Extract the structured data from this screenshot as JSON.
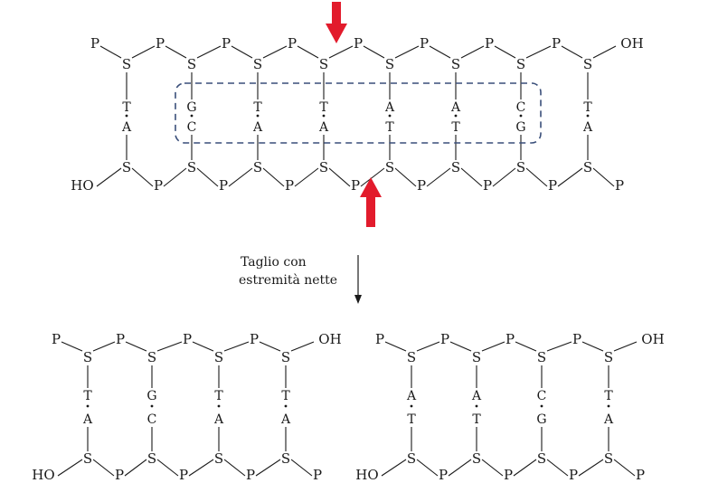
{
  "labels": {
    "phosphate": "P",
    "sugar": "S",
    "hydroxyl": "HO",
    "hydroxyl_right": "OH"
  },
  "top_duplex": {
    "top_bases": [
      "T",
      "G",
      "T",
      "T",
      "A",
      "A",
      "C",
      "T"
    ],
    "bottom_bases": [
      "A",
      "C",
      "A",
      "A",
      "T",
      "T",
      "G",
      "A"
    ],
    "boxed_range": [
      1,
      6
    ],
    "cut_top_after_pair": 3,
    "cut_bottom_after_pair": 3
  },
  "arrow_label": [
    "Taglio con",
    "estremità nette"
  ],
  "left_fragment": {
    "top_bases": [
      "T",
      "G",
      "T",
      "T"
    ],
    "bottom_bases": [
      "A",
      "C",
      "A",
      "A"
    ]
  },
  "right_fragment": {
    "top_bases": [
      "A",
      "A",
      "C",
      "T"
    ],
    "bottom_bases": [
      "T",
      "T",
      "G",
      "A"
    ]
  },
  "colors": {
    "cut_arrow": "#e21b2c",
    "box": "#3a4f7a",
    "ink": "#1a1a1a"
  }
}
